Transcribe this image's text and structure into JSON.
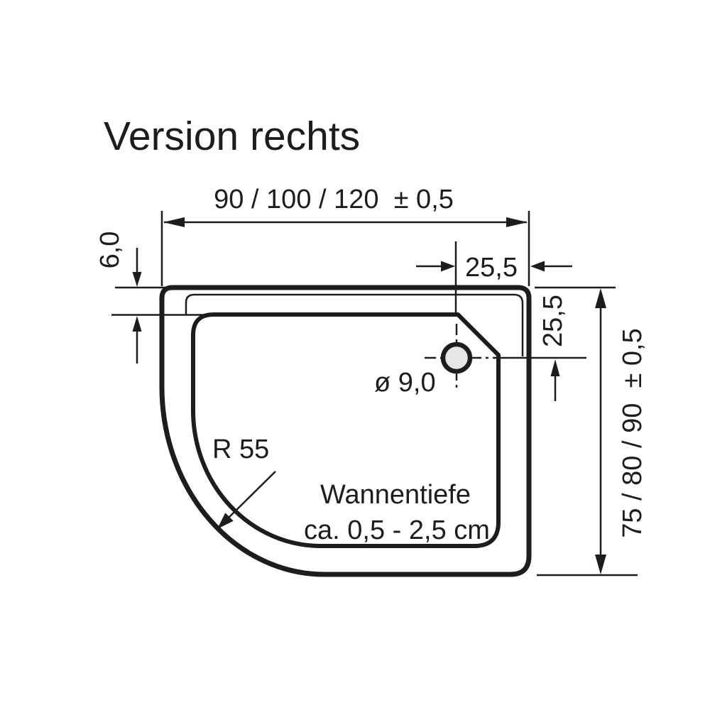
{
  "title": "Version rechts",
  "colors": {
    "line": "#1d1d1b",
    "background": "#ffffff",
    "drain_fill": "#e6e6e6"
  },
  "labels": {
    "width": "90 / 100 / 120  ± 0,5",
    "rim_height": "6,0",
    "drain_offset_horizontal": "25,5",
    "drain_offset_vertical": "25,5",
    "drain_diameter": "ø 9,0",
    "corner_radius": "R 55",
    "tray_depth_line1": "Wannentiefe",
    "tray_depth_line2": "ca. 0,5 - 2,5 cm",
    "height": "75 / 80 / 90  ± 0,5"
  }
}
